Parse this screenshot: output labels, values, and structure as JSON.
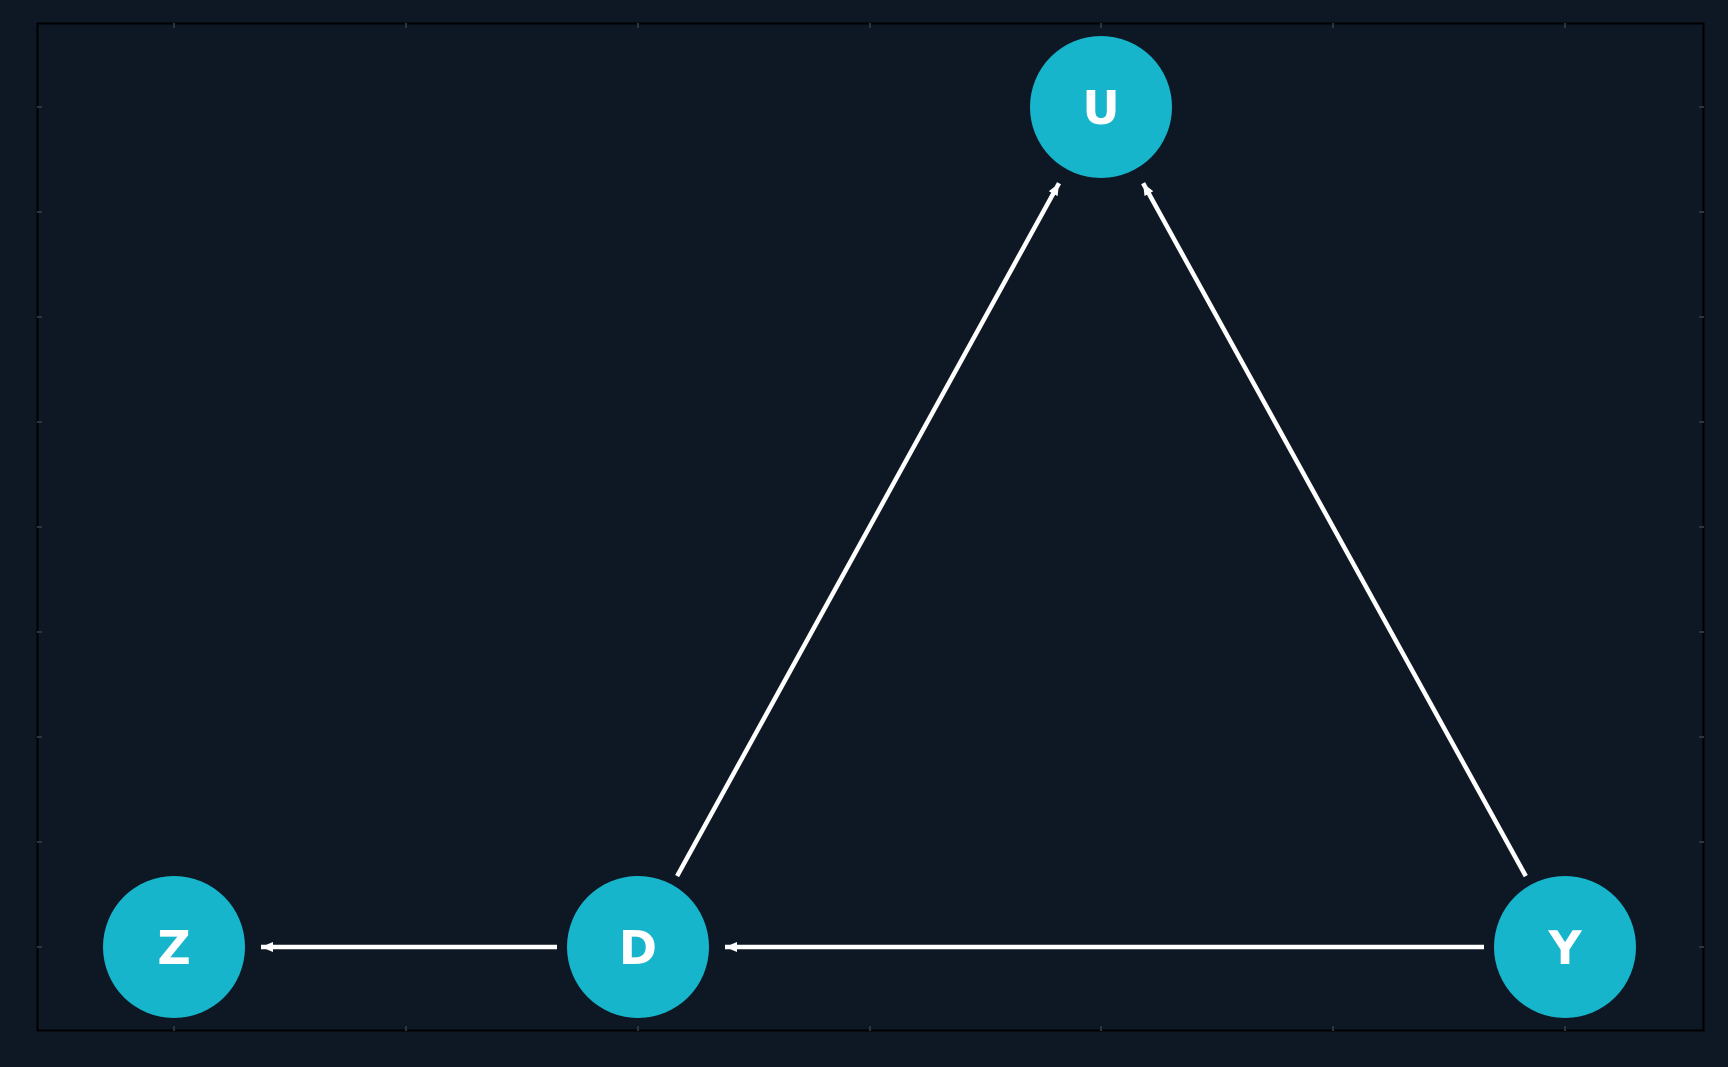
{
  "diagram": {
    "type": "directed-acyclic-graph",
    "colors": {
      "background": "#0e1824",
      "frame": "#000000",
      "node_fill": "#16b5cb",
      "edge": "#ffffff",
      "label": "#ffffff"
    },
    "nodes": [
      {
        "id": "U",
        "label": "U"
      },
      {
        "id": "Z",
        "label": "Z"
      },
      {
        "id": "D",
        "label": "D"
      },
      {
        "id": "Y",
        "label": "Y"
      }
    ],
    "edges": [
      {
        "from": "D",
        "to": "U"
      },
      {
        "from": "Y",
        "to": "U"
      },
      {
        "from": "D",
        "to": "Z"
      },
      {
        "from": "Y",
        "to": "D"
      }
    ]
  }
}
